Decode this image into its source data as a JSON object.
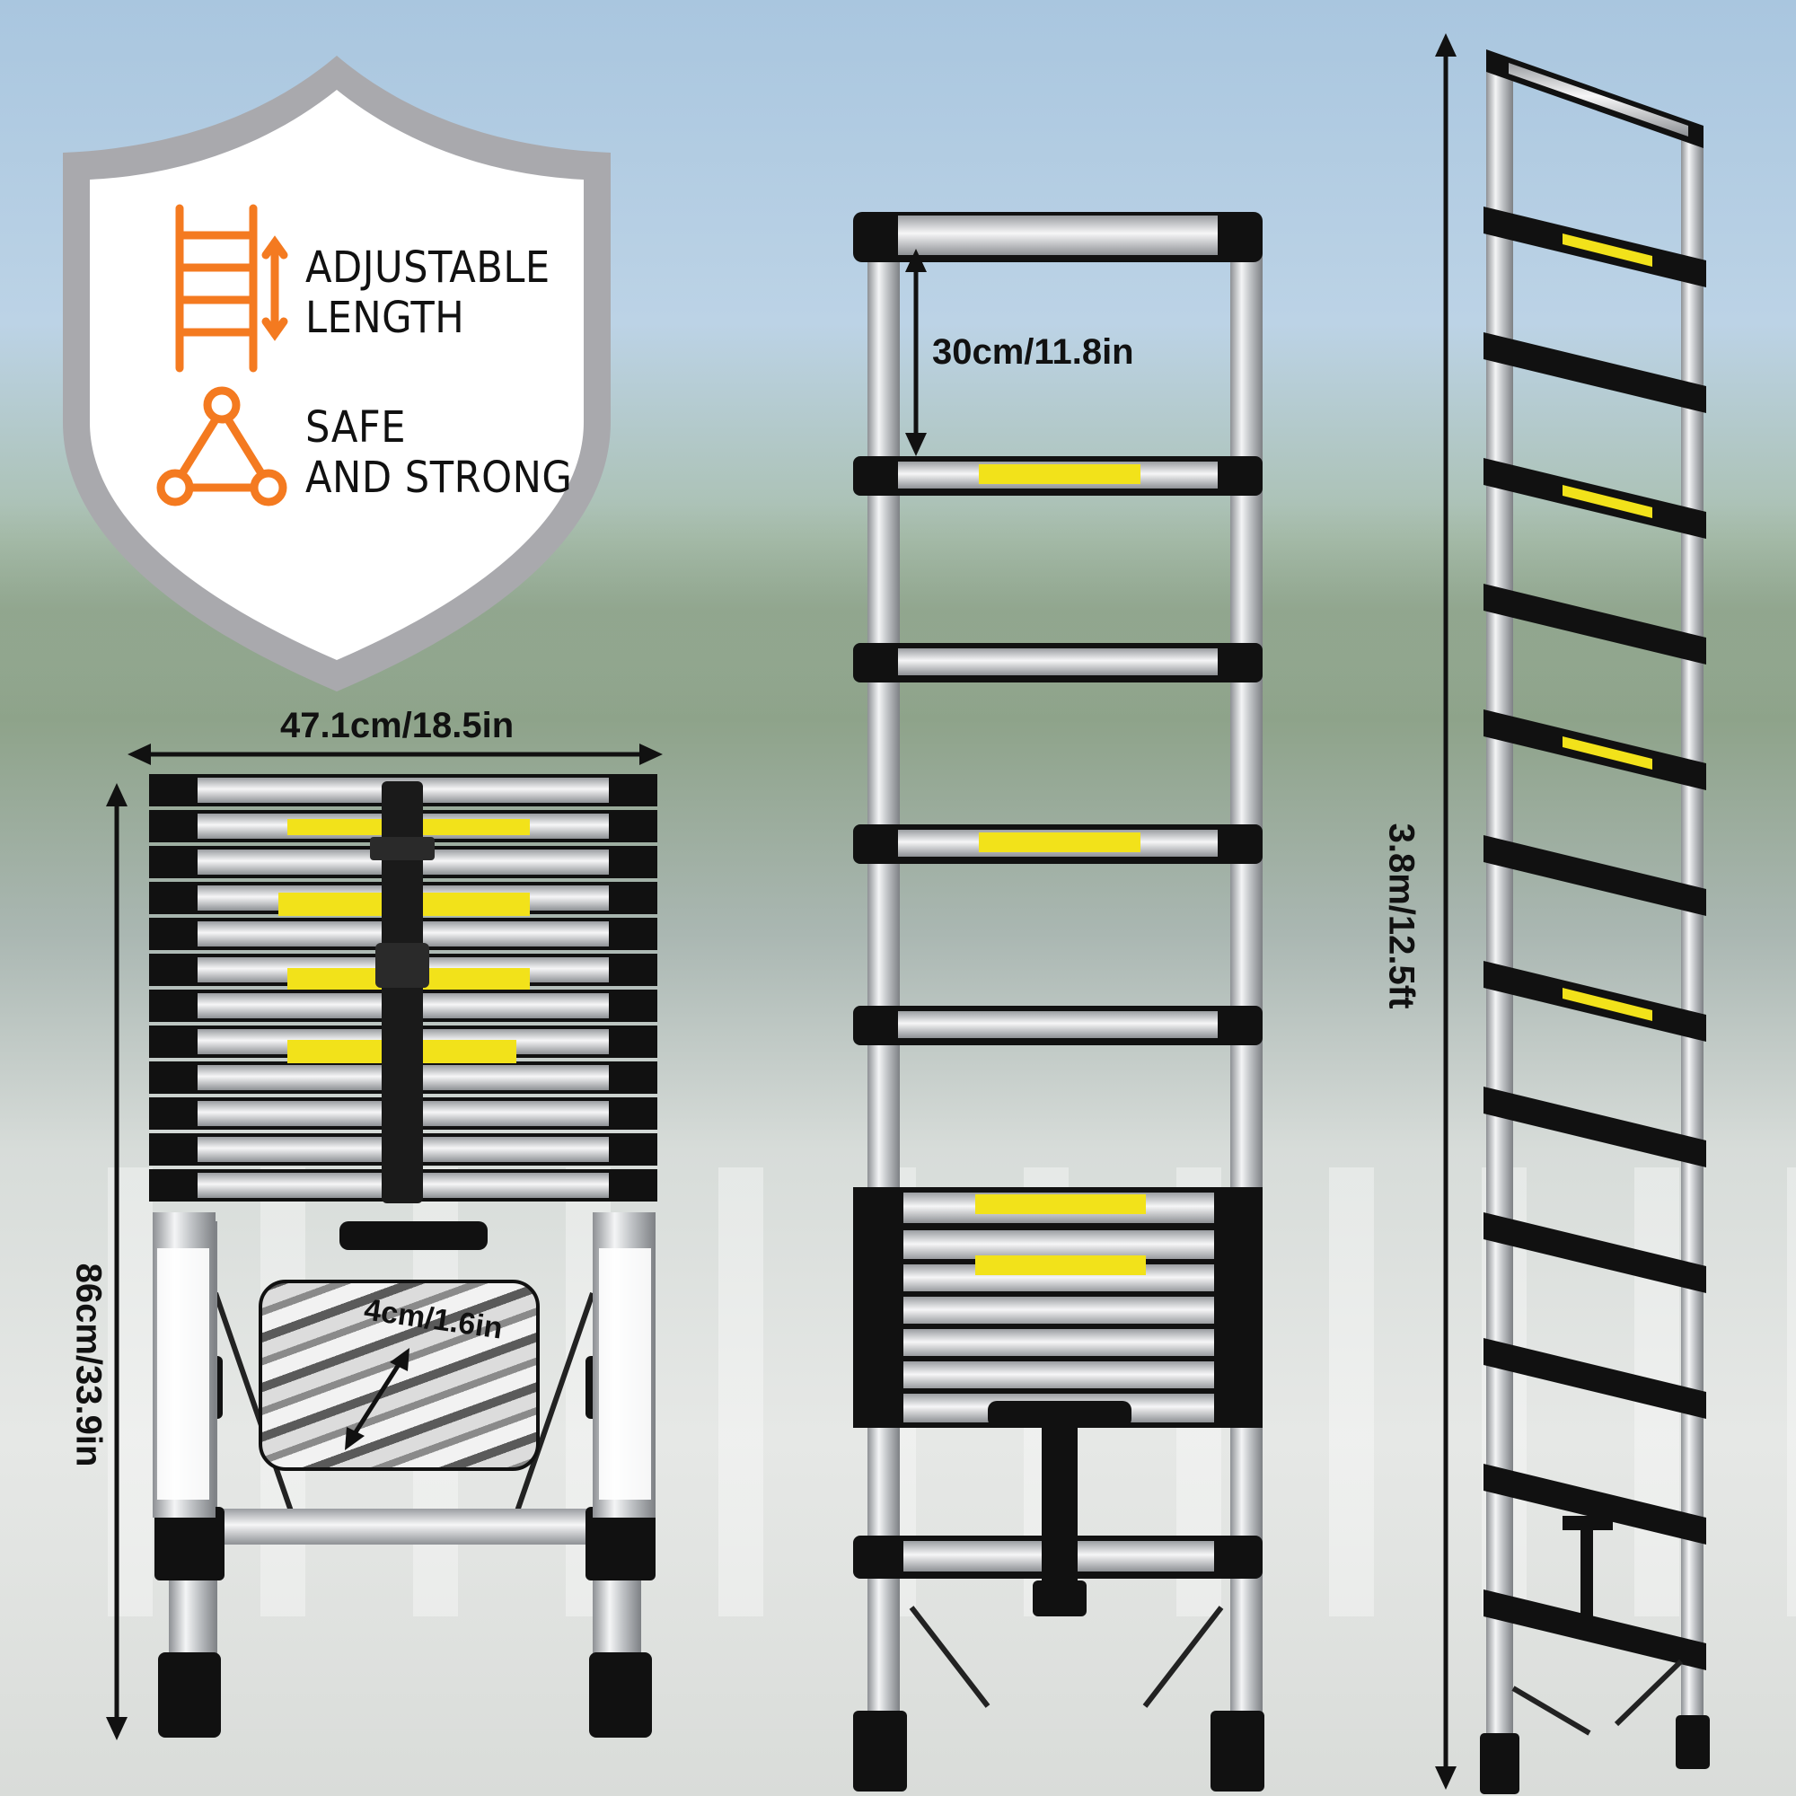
{
  "badge": {
    "feature_1": "ADJUSTABLE\nLENGTH",
    "feature_2": "SAFE\nAND STRONG",
    "accent_color": "#f47a20",
    "feature_1_icon": "ladder-arrows-icon",
    "feature_2_icon": "triangle-nodes-icon"
  },
  "dimensions": {
    "width": "47.1cm/18.5in",
    "folded_height": "86cm/33.9in",
    "rail_width": "4cm/1.6in",
    "rung_spacing": "30cm/11.8in",
    "extended_height": "3.8m/12.5ft"
  },
  "colors": {
    "ladder_black": "#111111",
    "aluminum": "#c8cacc",
    "warning_yellow": "#f2e21a"
  }
}
